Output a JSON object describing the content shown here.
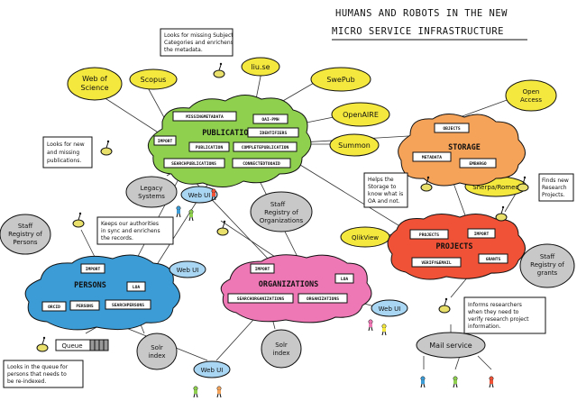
{
  "title": {
    "line1": "HUMANS AND ROBOTS IN THE NEW",
    "line2": "MICRO SERVICE INFRASTRUCTURE"
  },
  "services": {
    "web_of_science": [
      "Web of",
      "Science"
    ],
    "scopus": "Scopus",
    "liu_se": "liu.se",
    "swepub": "SwePub",
    "openaire": "OpenAIRE",
    "summon": "Summon",
    "open_access": [
      "Open",
      "Access"
    ],
    "sherpa_romeo": "Sherpa/Romeo",
    "qlikview": "QlikView"
  },
  "clouds": {
    "publications": {
      "title": "PUBLICATIONS",
      "boxes": [
        "MISSINGMETADATA",
        "OAI-PMH",
        "IDENTIFIERS",
        "IMPORT",
        "PUBLICATION",
        "COMPLETEPUBLICATION",
        "SEARCHPUBLICATIONS",
        "CONNECTEDTOOAID"
      ]
    },
    "storage": {
      "title": "STORAGE",
      "boxes": [
        "OBJECTS",
        "METADATA",
        "EMBARGO"
      ]
    },
    "projects": {
      "title": "PROJECTS",
      "boxes": [
        "PROJECTS",
        "IMPORT",
        "GRANTS",
        "VERIFY&EMAIL"
      ]
    },
    "persons": {
      "title": "PERSONS",
      "boxes": [
        "IMPORT",
        "LOA",
        "ORCID",
        "PERSONS",
        "SEARCHPERSONS"
      ]
    },
    "organizations": {
      "title": "ORGANIZATIONS",
      "boxes": [
        "IMPORT",
        "LOA",
        "SEARCHORGANIZATIONS",
        "ORGANIZATIONS"
      ]
    }
  },
  "nodes": {
    "legacy": [
      "Legacy",
      "Systems"
    ],
    "staff_org": [
      "Staff",
      "Registry of",
      "Organizations"
    ],
    "staff_persons": [
      "Staff",
      "Registry of",
      "Persons"
    ],
    "staff_grants": [
      "Staff",
      "Registry of",
      "grants"
    ],
    "solr_persons": [
      "Solr",
      "index"
    ],
    "solr_orgs": [
      "Solr",
      "index"
    ],
    "queue": "Queue",
    "mail": "Mail service",
    "web_ui": "Web UI"
  },
  "notes": {
    "missing_subject": [
      "Looks for missing Subject",
      "Categories and enrichens",
      "the metadata."
    ],
    "new_pubs": [
      "Looks for new",
      "and missing",
      "publications."
    ],
    "authorities": [
      "Keeps our authorities",
      "in sync and enrichens",
      "the records."
    ],
    "storage_oa": [
      "Helps the",
      "Storage to",
      "know what is",
      "OA and not."
    ],
    "research_projects": [
      "Finds new",
      "Research",
      "Projects."
    ],
    "inform_researchers": [
      "Informs researchers",
      "when they need to",
      "verify research project",
      "information."
    ],
    "queue_persons": [
      "Looks in the queue for",
      "persons that needs to",
      "be re-indexed."
    ]
  }
}
